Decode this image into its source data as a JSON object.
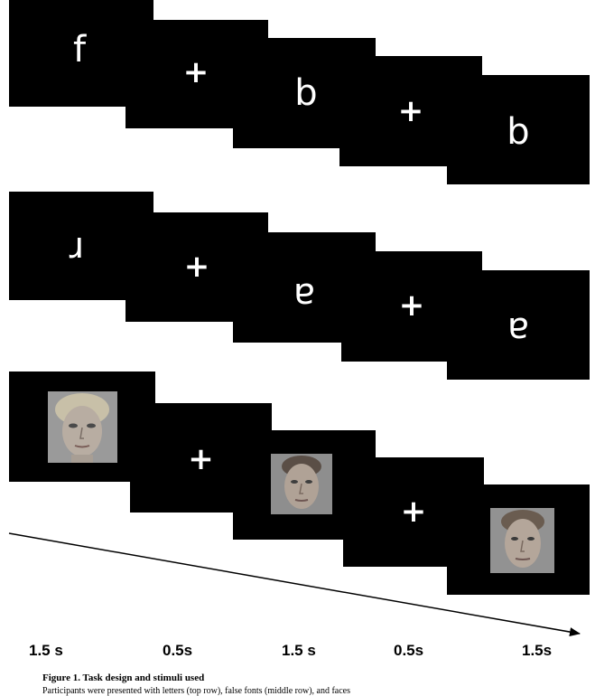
{
  "rows": [
    {
      "name": "letters",
      "frames": [
        {
          "kind": "text",
          "content": "f"
        },
        {
          "kind": "fixation",
          "content": "+"
        },
        {
          "kind": "text",
          "content": "b"
        },
        {
          "kind": "fixation",
          "content": "+"
        },
        {
          "kind": "text",
          "content": "b"
        }
      ]
    },
    {
      "name": "false-fonts",
      "frames": [
        {
          "kind": "false-font",
          "content": "ɹ"
        },
        {
          "kind": "fixation",
          "content": "+"
        },
        {
          "kind": "false-font",
          "content": "ɐ"
        },
        {
          "kind": "fixation",
          "content": "+"
        },
        {
          "kind": "false-font",
          "content": "ɐ"
        }
      ]
    },
    {
      "name": "faces",
      "frames": [
        {
          "kind": "face"
        },
        {
          "kind": "fixation",
          "content": "+"
        },
        {
          "kind": "face"
        },
        {
          "kind": "fixation",
          "content": "+"
        },
        {
          "kind": "face"
        }
      ]
    }
  ],
  "timings": [
    "1.5 s",
    "0.5s",
    "1.5 s",
    "0.5s",
    "1.5s"
  ],
  "caption": {
    "title": "Figure 1. Task design and stimuli used",
    "body": "Participants were presented with letters (top row), false fonts (middle row), and faces"
  },
  "colors": {
    "screen": "#000000",
    "glyph": "#ffffff",
    "face": "#8a8a8a"
  }
}
